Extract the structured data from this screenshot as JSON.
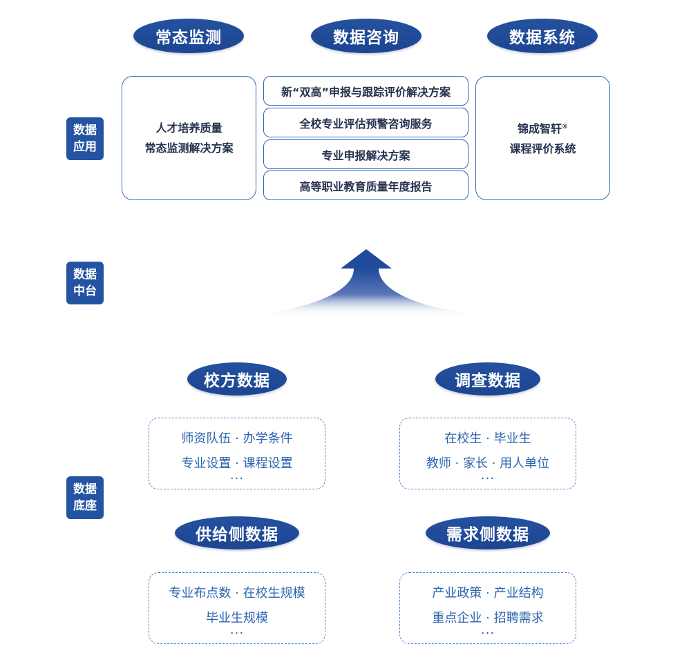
{
  "top_headers": [
    "常态监测",
    "数据咨询",
    "数据系统"
  ],
  "side_labels": {
    "application": [
      "数据",
      "应用"
    ],
    "middle": [
      "数据",
      "中台"
    ],
    "base": [
      "数据",
      "底座"
    ]
  },
  "left_box": [
    "人才培养质量",
    "常态监测解决方案"
  ],
  "middle_items": [
    "新“双高”申报与跟踪评价解决方案",
    "全校专业评估预警咨询服务",
    "专业申报解决方案",
    "高等职业教育质量年度报告"
  ],
  "right_box": {
    "line1": "锦成智轩",
    "mark": "®",
    "line2": "课程评价系统"
  },
  "base_groups": [
    {
      "title": "校方数据",
      "lines": [
        "师资队伍 · 办学条件",
        "专业设置 · 课程设置"
      ],
      "more": "···"
    },
    {
      "title": "调查数据",
      "lines": [
        "在校生 · 毕业生",
        "教师 · 家长 · 用人单位"
      ],
      "more": "···"
    },
    {
      "title": "供给侧数据",
      "lines": [
        "专业布点数 · 在校生规模",
        "毕业生规模"
      ],
      "more": "···"
    },
    {
      "title": "需求侧数据",
      "lines": [
        "产业政策 · 产业结构",
        "重点企业 · 招聘需求"
      ],
      "more": "···"
    }
  ],
  "colors": {
    "primary": "#2353a2",
    "border": "#2c68b4",
    "dashed_text": "#2b64ae",
    "text": "#27314f"
  }
}
